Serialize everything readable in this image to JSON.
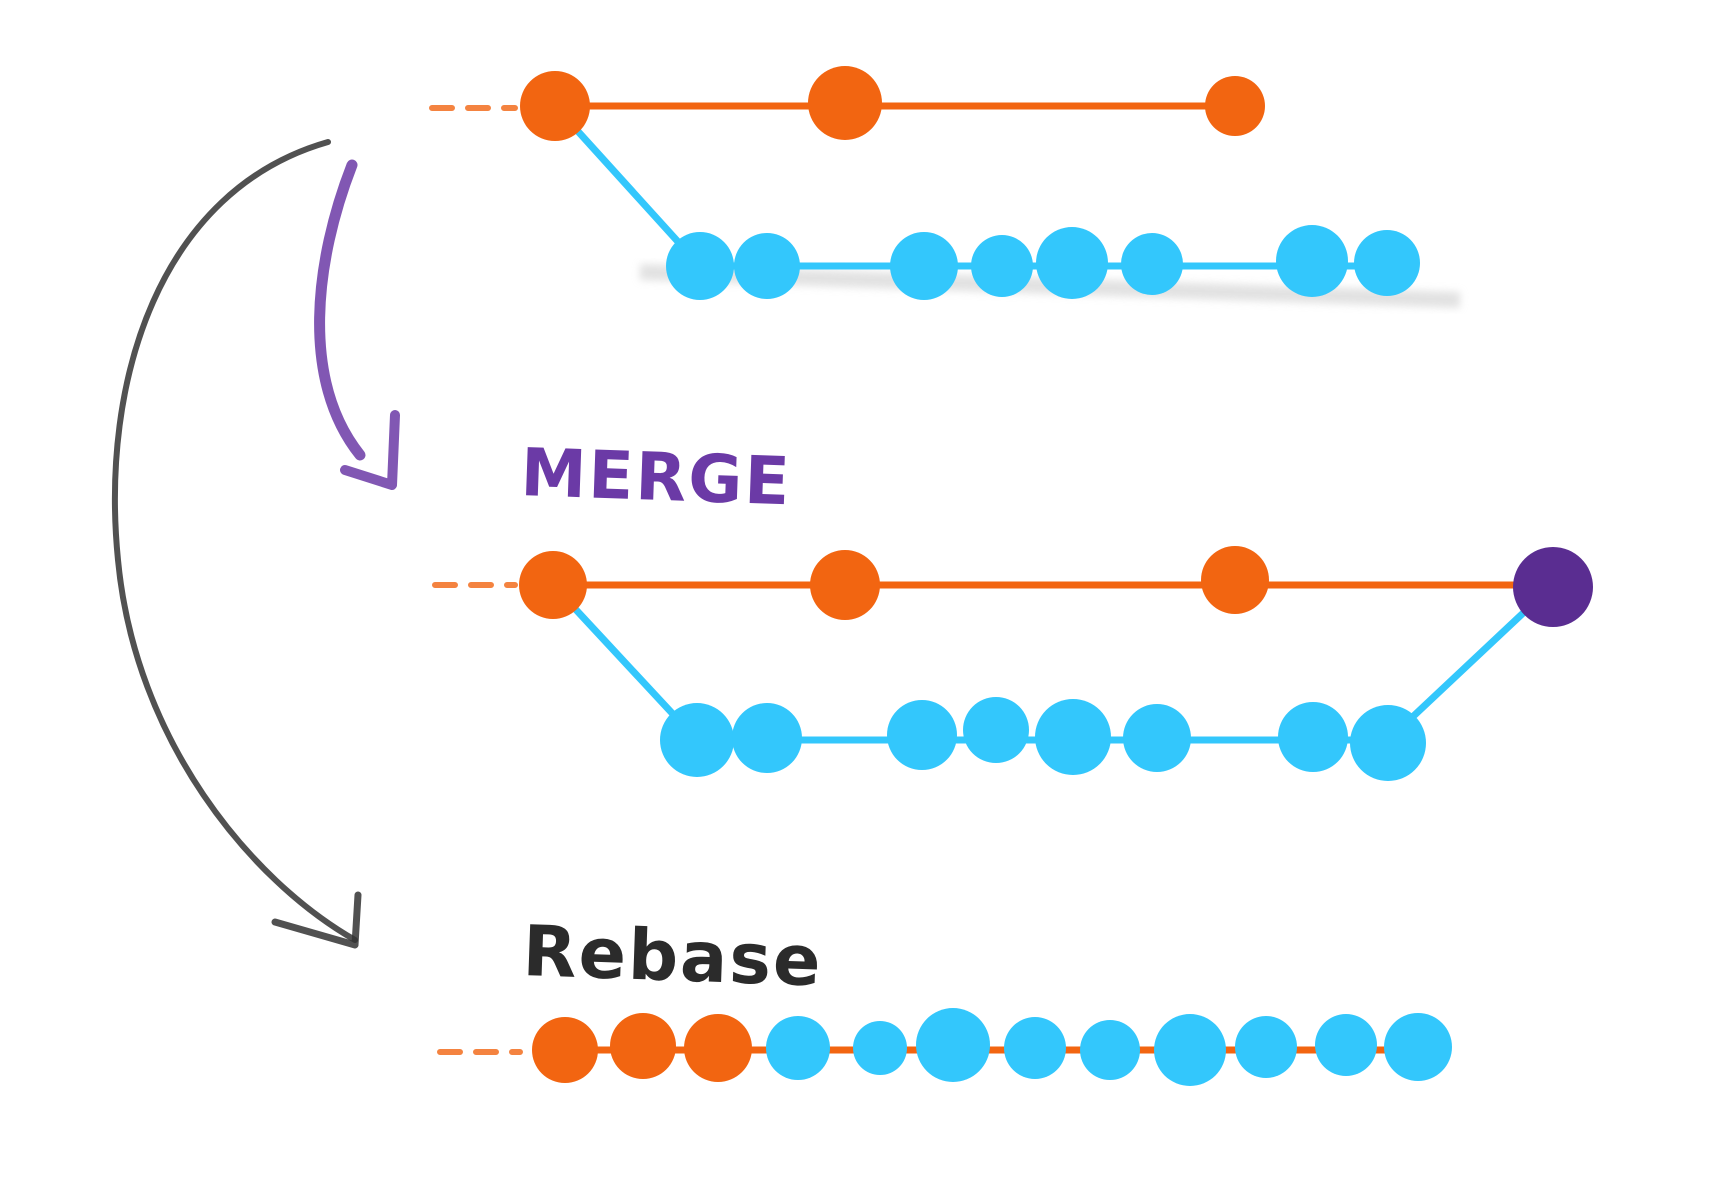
{
  "labels": {
    "merge": "MERGE",
    "rebase": "Rebase"
  },
  "colors": {
    "main_branch": "#f26511",
    "feature_branch": "#33c7fc",
    "merge_commit": "#5a2d91",
    "merge_label": "#6b3aa6",
    "rebase_label": "#2b2b2b",
    "merge_arrow": "#6b3aa6",
    "rebase_arrow": "#333333",
    "shadow": "#d6d6d6"
  },
  "diagram": {
    "before": {
      "main_commits": 3,
      "feature_commits": 8
    },
    "merge": {
      "main_commits": 3,
      "feature_commits": 8,
      "merge_commits": 1
    },
    "rebase": {
      "main_commits": 3,
      "feature_commits": 9
    }
  }
}
